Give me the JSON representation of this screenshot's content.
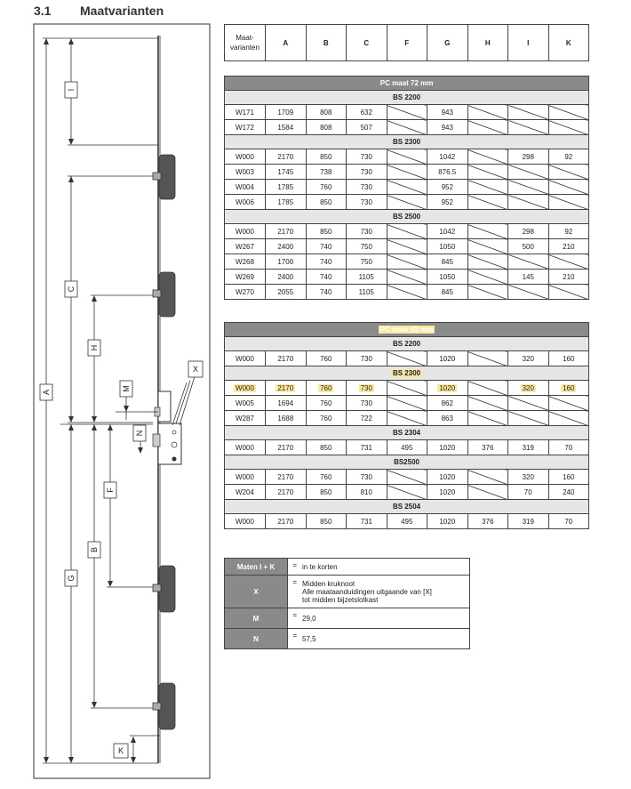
{
  "section": {
    "number": "3.1",
    "title": "Maatvarianten"
  },
  "drawing": {
    "labels": [
      "A",
      "I",
      "C",
      "H",
      "M",
      "N",
      "X",
      "F",
      "B",
      "G",
      "K"
    ]
  },
  "header": {
    "first_line1": "Maat-",
    "first_line2": "varianten",
    "cols": [
      "A",
      "B",
      "C",
      "F",
      "G",
      "H",
      "I",
      "K"
    ]
  },
  "table72": {
    "title": "PC maat 72 mm",
    "groups": [
      {
        "name": "BS 2200",
        "rows": [
          [
            "W171",
            "1709",
            "808",
            "632",
            "",
            "943",
            "",
            "",
            ""
          ],
          [
            "W172",
            "1584",
            "808",
            "507",
            "",
            "943",
            "",
            "",
            ""
          ]
        ]
      },
      {
        "name": "BS 2300",
        "rows": [
          [
            "W000",
            "2170",
            "850",
            "730",
            "",
            "1042",
            "",
            "298",
            "92"
          ],
          [
            "W003",
            "1745",
            "738",
            "730",
            "",
            "876.5",
            "",
            "",
            ""
          ],
          [
            "W004",
            "1785",
            "760",
            "730",
            "",
            "952",
            "",
            "",
            ""
          ],
          [
            "W006",
            "1785",
            "850",
            "730",
            "",
            "952",
            "",
            "",
            ""
          ]
        ]
      },
      {
        "name": "BS 2500",
        "rows": [
          [
            "W000",
            "2170",
            "850",
            "730",
            "",
            "1042",
            "",
            "298",
            "92"
          ],
          [
            "W267",
            "2400",
            "740",
            "750",
            "",
            "1050",
            "",
            "500",
            "210"
          ],
          [
            "W268",
            "1700",
            "740",
            "750",
            "",
            "845",
            "",
            "",
            ""
          ],
          [
            "W269",
            "2400",
            "740",
            "1105",
            "",
            "1050",
            "",
            "145",
            "210"
          ],
          [
            "W270",
            "2055",
            "740",
            "1105",
            "",
            "845",
            "",
            "",
            ""
          ]
        ]
      }
    ]
  },
  "table92": {
    "title": "PC maat 92 mm",
    "groups": [
      {
        "name": "BS 2200",
        "rows": [
          [
            "W000",
            "2170",
            "760",
            "730",
            "",
            "1020",
            "",
            "320",
            "160"
          ]
        ]
      },
      {
        "name": "BS 2300",
        "rows": [
          [
            "W000",
            "2170",
            "760",
            "730",
            "",
            "1020",
            "",
            "320",
            "160"
          ],
          [
            "W005",
            "1694",
            "760",
            "730",
            "",
            "862",
            "",
            "",
            ""
          ],
          [
            "W287",
            "1688",
            "760",
            "722",
            "",
            "863",
            "",
            "",
            ""
          ]
        ]
      },
      {
        "name": "BS 2304",
        "rows": [
          [
            "W000",
            "2170",
            "850",
            "731",
            "495",
            "1020",
            "376",
            "319",
            "70"
          ]
        ]
      },
      {
        "name": "BS2500",
        "rows": [
          [
            "W000",
            "2170",
            "760",
            "730",
            "",
            "1020",
            "",
            "320",
            "160"
          ],
          [
            "W204",
            "2170",
            "850",
            "810",
            "",
            "1020",
            "",
            "70",
            "240"
          ]
        ]
      },
      {
        "name": "BS 2504",
        "rows": [
          [
            "W000",
            "2170",
            "850",
            "731",
            "495",
            "1020",
            "376",
            "319",
            "70"
          ]
        ]
      }
    ]
  },
  "legend": [
    {
      "key": "Maten I + K",
      "eq": "=",
      "lines": [
        "in te korten"
      ]
    },
    {
      "key": "X",
      "eq": "=",
      "lines": [
        "Midden kruknoot",
        "Alle maataanduidingen uitgaande van [X]",
        "tot midden bijzetslotkast"
      ]
    },
    {
      "key": "M",
      "eq": "=",
      "lines": [
        "29,0"
      ]
    },
    {
      "key": "N",
      "eq": "=",
      "lines": [
        "57,5"
      ]
    }
  ]
}
